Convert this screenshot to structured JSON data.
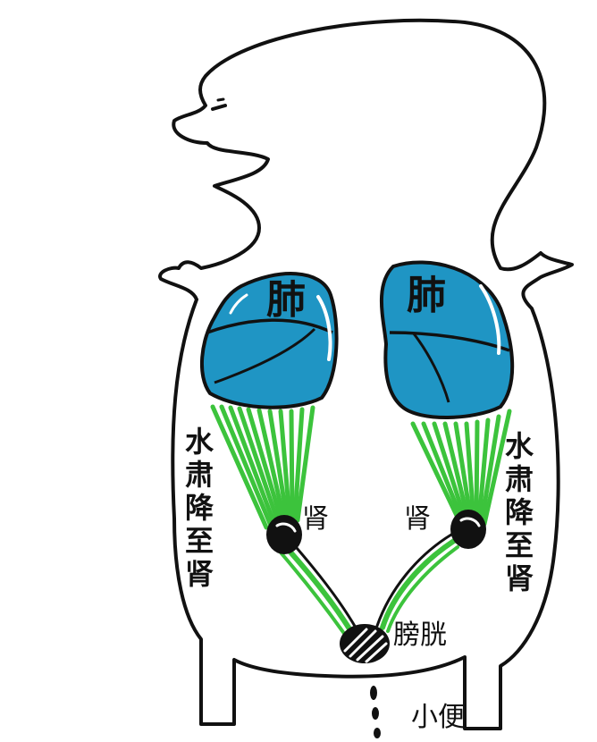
{
  "labels": {
    "lung_left": "肺",
    "lung_right": "肺",
    "kidney_left": "肾",
    "kidney_right": "肾",
    "bladder": "膀胱",
    "urine": "小便",
    "side_text_left": [
      "水",
      "肃",
      "降",
      "至",
      "肾"
    ],
    "side_text_right": [
      "水",
      "肃",
      "降",
      "至",
      "肾"
    ]
  },
  "colors": {
    "outline": "#111111",
    "lung_fill": "#1f95c4",
    "channel": "#3cc33c",
    "kidney": "#111111"
  }
}
